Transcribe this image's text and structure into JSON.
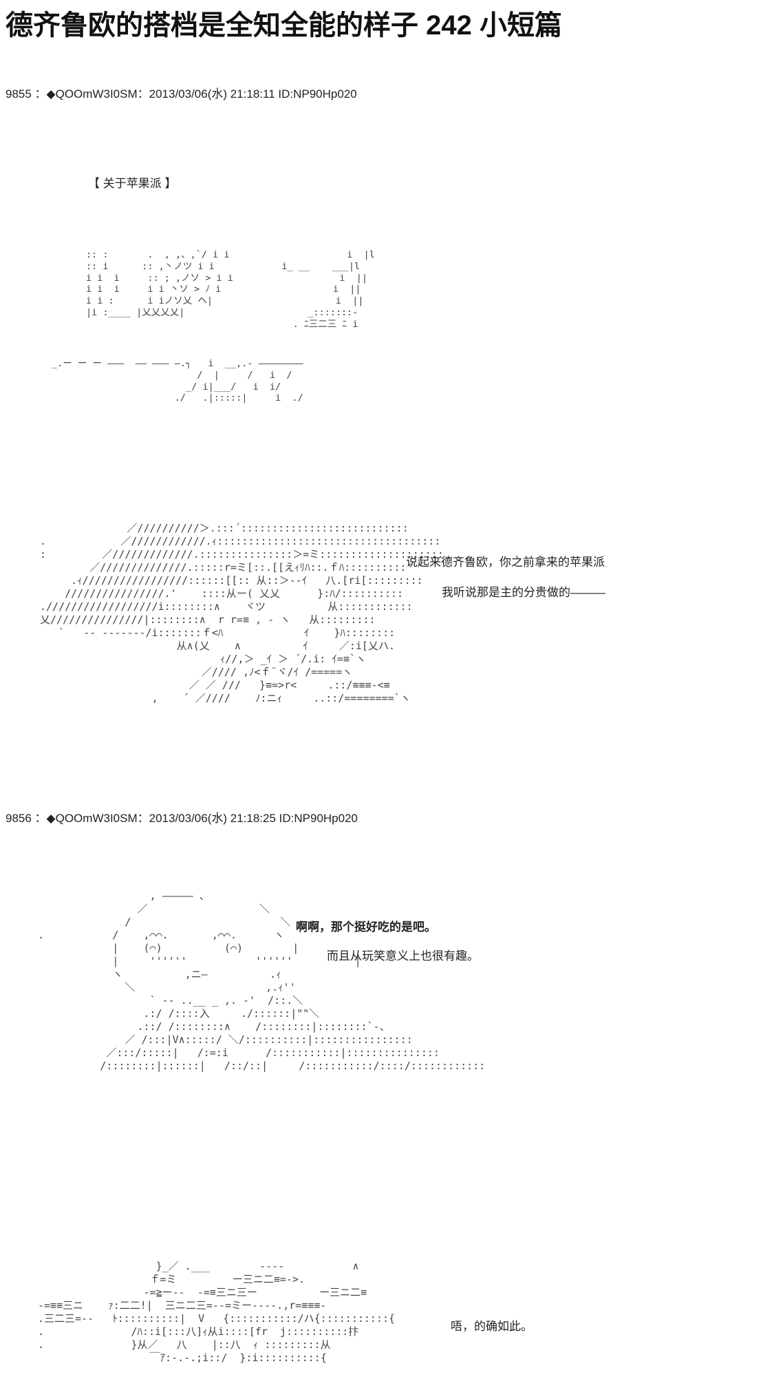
{
  "title": "德齐鲁欧的搭档是全知全能的样子 242 小短篇",
  "posts": [
    {
      "header": "9855 ：◆QOOmW3I0SM：2013/03/06(水) 21:18:11 ID:NP90Hp020",
      "scene1_label": "【  关于苹果派  】",
      "dialogue": [
        "说起来德齐鲁欧，你之前拿来的苹果派",
        "我听说那是主的分贵做的———"
      ]
    },
    {
      "header": "9856 ：◆QOOmW3I0SM：2013/03/06(水) 21:18:25 ID:NP90Hp020",
      "dialogue": [
        "啊啊，那个挺好吃的是吧。",
        "而且从玩笑意义上也很有趣。",
        "唔，的确如此。"
      ]
    }
  ]
}
